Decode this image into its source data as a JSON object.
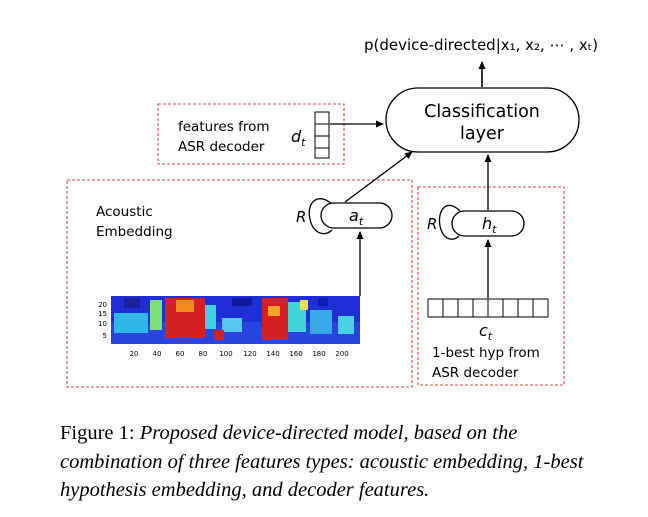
{
  "output_label": "p(device-directed|x₁, x₂, ⋯ , xₜ)",
  "classification_layer": {
    "line1": "Classification",
    "line2": "layer"
  },
  "decoder_features": {
    "line1": "features from",
    "line2": "ASR decoder",
    "symbol": "d",
    "subscript": "t"
  },
  "acoustic": {
    "line1": "Acoustic",
    "line2": "Embedding",
    "recurrence": "R",
    "node": "a",
    "node_sub": "t"
  },
  "hypothesis": {
    "recurrence": "R",
    "node": "h",
    "node_sub": "t",
    "input_symbol": "c",
    "input_sub": "t",
    "line1": "1-best hyp from",
    "line2": "ASR decoder"
  },
  "spectrogram": {
    "y_ticks": [
      "20",
      "15",
      "10",
      "5"
    ],
    "x_ticks": [
      "20",
      "40",
      "60",
      "80",
      "100",
      "120",
      "140",
      "160",
      "180",
      "200"
    ]
  },
  "caption": {
    "figure_label": "Figure 1:",
    "text": "Proposed device-directed model, based on the combination of three features types: acoustic embedding, 1-best hypothesis embedding, and decoder features."
  },
  "colors": {
    "dashed_box": "#e0474c",
    "line": "#000000",
    "spectro_low": "#1f2fd6",
    "spectro_mid": "#2fd3e0",
    "spectro_high": "#d42020"
  }
}
